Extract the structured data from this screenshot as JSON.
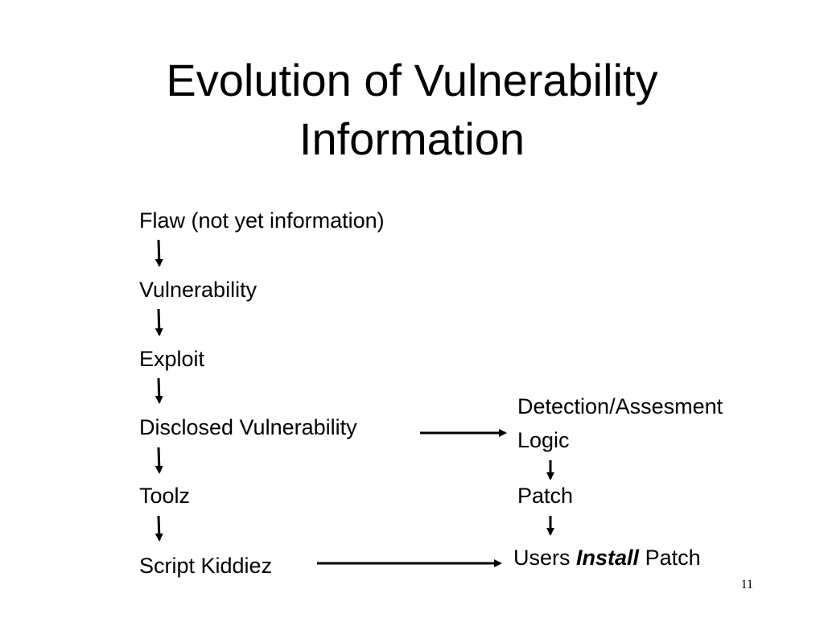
{
  "title": {
    "line1": "Evolution of Vulnerability",
    "line2": "Information"
  },
  "left_chain": [
    "Flaw (not yet information)",
    "Vulnerability",
    "Exploit",
    "Disclosed Vulnerability",
    "Toolz",
    "Script Kiddiez"
  ],
  "right_chain": {
    "detection": "Detection/Assesment",
    "logic": "Logic",
    "patch": "Patch",
    "install_prefix": "Users",
    "install_emphasis": "Install",
    "install_suffix": "Patch"
  },
  "page_number": "11",
  "colors": {
    "text": "#000000",
    "background": "#ffffff"
  }
}
